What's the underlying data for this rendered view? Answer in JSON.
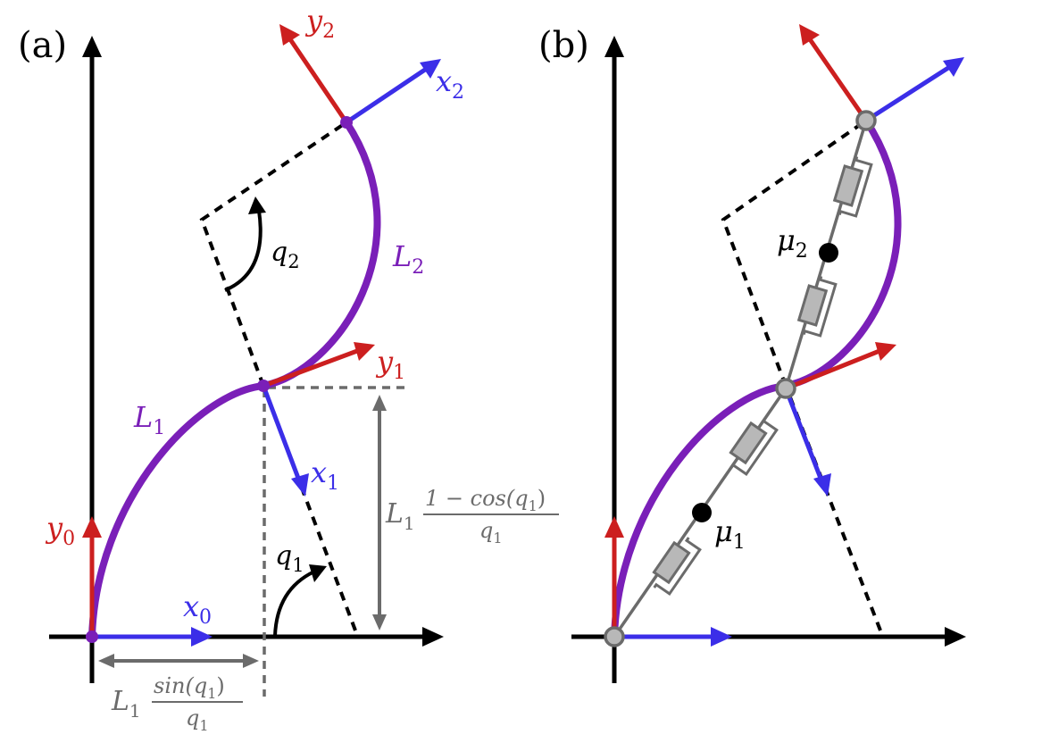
{
  "colors": {
    "axis": "#000000",
    "curve": "#7a1fb8",
    "x_frame": "#3b2ee8",
    "y_frame": "#cc1f1f",
    "gray": "#6b6b6b",
    "gray_fill": "#b8b8b8"
  },
  "panel_a": {
    "label": "(a)",
    "y0": "y",
    "y0_sub": "0",
    "x0": "x",
    "x0_sub": "0",
    "y1": "y",
    "y1_sub": "1",
    "x1": "x",
    "x1_sub": "1",
    "y2": "y",
    "y2_sub": "2",
    "x2": "x",
    "x2_sub": "2",
    "L1": "L",
    "L1_sub": "1",
    "L2": "L",
    "L2_sub": "2",
    "q1": "q",
    "q1_sub": "1",
    "q2": "q",
    "q2_sub": "2",
    "dim_h_prefix": "L",
    "dim_h_prefix_sub": "1",
    "dim_h_num": "sin(q",
    "dim_h_num_sub": "1",
    "dim_h_num_end": ")",
    "dim_h_den": "q",
    "dim_h_den_sub": "1",
    "dim_v_prefix": "L",
    "dim_v_prefix_sub": "1",
    "dim_v_num": "1 − cos(q",
    "dim_v_num_sub": "1",
    "dim_v_num_end": ")",
    "dim_v_den": "q",
    "dim_v_den_sub": "1"
  },
  "panel_b": {
    "label": "(b)",
    "mu1": "μ",
    "mu1_sub": "1",
    "mu2": "μ",
    "mu2_sub": "2"
  }
}
